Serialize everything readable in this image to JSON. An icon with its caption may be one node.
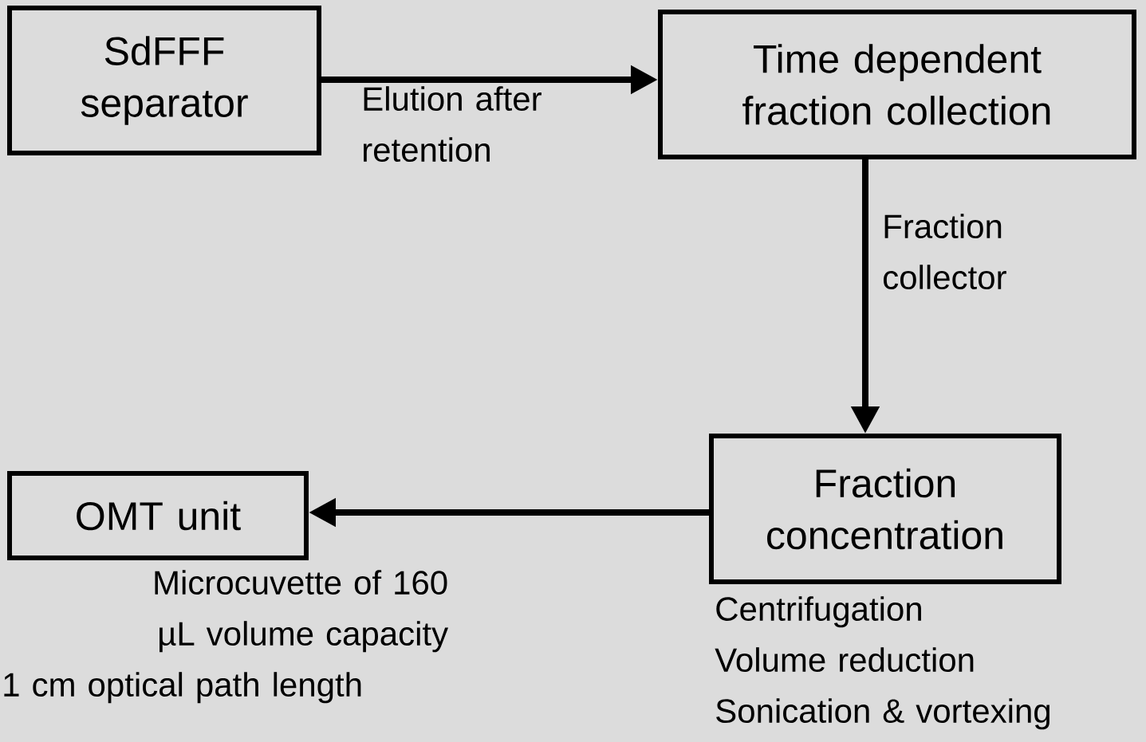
{
  "diagram": {
    "nodes": [
      {
        "text": [
          "SdFFF separator"
        ]
      },
      {
        "text": [
          "Time dependent fraction collection"
        ]
      },
      {
        "text": [
          "Fraction concentration"
        ],
        "beside": [
          "Centrifugation",
          "Volume reduction",
          "Sonication & vortexing"
        ]
      },
      {
        "text": [
          "OMT unit"
        ],
        "beside": [
          "Microcuvette of 160 µL volume capacity",
          "1 cm optical path length"
        ]
      }
    ],
    "edges": [
      {
        "from": 0,
        "to": 1,
        "arrow": "to",
        "label": "Elution after retention"
      },
      {
        "from": 1,
        "to": 2,
        "arrow": "to",
        "label": "Fraction collector"
      },
      {
        "from": 2,
        "to": 3,
        "arrow": "to"
      }
    ]
  }
}
